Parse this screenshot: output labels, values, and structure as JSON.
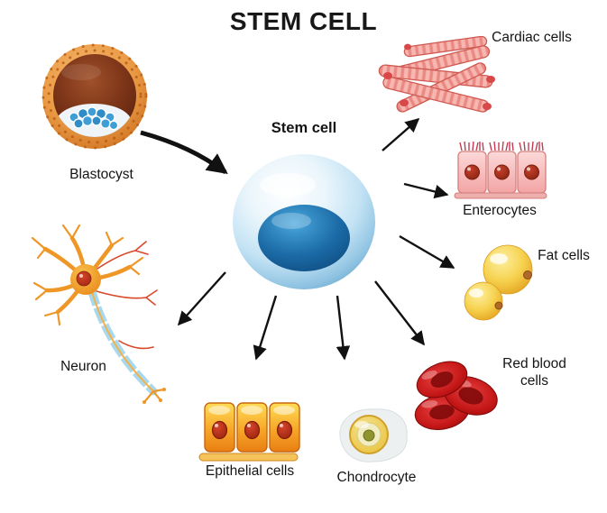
{
  "title": "STEM CELL",
  "center": {
    "label": "Stem cell"
  },
  "source": {
    "label": "Blastocyst"
  },
  "cells": {
    "cardiac": {
      "label": "Cardiac cells"
    },
    "enterocytes": {
      "label": "Enterocytes"
    },
    "fat": {
      "label": "Fat cells"
    },
    "red_blood": {
      "label": "Red blood cells"
    },
    "chondrocyte": {
      "label": "Chondrocyte"
    },
    "epithelial": {
      "label": "Epithelial cells"
    },
    "neuron": {
      "label": "Neuron"
    }
  },
  "colors": {
    "stem_cell_body": "#c2e2f4",
    "stem_cell_nucleus": "#1c6ca8",
    "blastocyst_outer": "#e89a4a",
    "blastocyst_inner": "#5e2310",
    "inner_cell_mass_blue": "#3f9ed6",
    "cardiac_fiber": "#f8b6b0",
    "enterocyte_pink": "#f3a4a4",
    "fat_yellow": "#f6d14e",
    "red_blood": "#c41616",
    "epithelial_orange": "#f7a62a",
    "chondrocyte_yellow": "#e8c23e",
    "neuron_orange": "#ef9726",
    "arrow": "#111111",
    "background": "#ffffff"
  }
}
